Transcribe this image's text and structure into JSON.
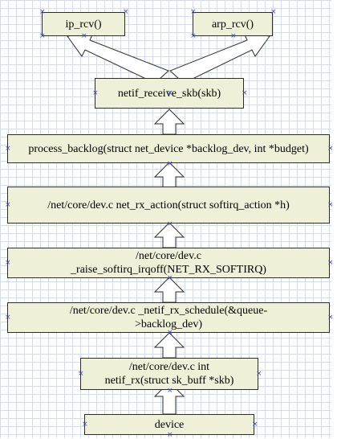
{
  "diagram": {
    "nodes": {
      "ip_rcv": "ip_rcv()",
      "arp_rcv": "arp_rcv()",
      "netif_receive_skb": "netif_receive_skb(skb)",
      "process_backlog": "process_backlog(struct net_device *backlog_dev, int *budget)",
      "net_rx_action": "/net/core/dev.c net_rx_action(struct softirq_action *h)",
      "raise_softirq": "/net/core/dev.c _raise_softirq_irqoff(NET_RX_SOFTIRQ)",
      "netif_rx_schedule": "/net/core/dev.c _netif_rx_schedule(&queue->backlog_dev)",
      "netif_rx": "/net/core/dev.c int netif_rx(struct sk_buff *skb)",
      "device": "device"
    },
    "edges": [
      {
        "from": "device",
        "to": "netif_rx"
      },
      {
        "from": "netif_rx",
        "to": "netif_rx_schedule"
      },
      {
        "from": "netif_rx_schedule",
        "to": "raise_softirq"
      },
      {
        "from": "raise_softirq",
        "to": "net_rx_action"
      },
      {
        "from": "net_rx_action",
        "to": "process_backlog"
      },
      {
        "from": "process_backlog",
        "to": "netif_receive_skb"
      },
      {
        "from": "netif_receive_skb",
        "to": "ip_rcv"
      },
      {
        "from": "netif_receive_skb",
        "to": "arp_rcv"
      }
    ],
    "colors": {
      "box_fill": "#eef0d8",
      "box_border": "#2b2b2b",
      "arrow_fill": "#ffffff",
      "handle": "#3b44c8",
      "grid": "#d6dbe8"
    },
    "handle_icon": "x-mark-icon"
  }
}
